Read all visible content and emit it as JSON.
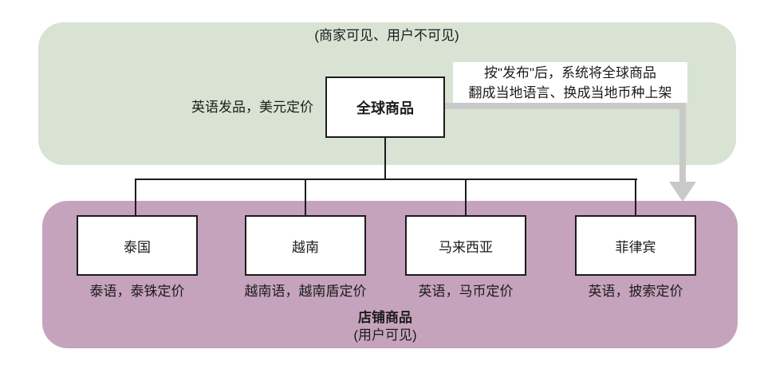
{
  "global_layer": {
    "caption": "(商家可见、用户不可见)",
    "side_label": "英语发品，美元定价",
    "node_label": "全球商品",
    "annotation": {
      "line1": "按\"发布\"后，系统将全球商品",
      "line2": "翻成当地语言、换成当地币种上架"
    }
  },
  "shop_layer": {
    "title": "店铺商品",
    "caption": "(用户可见)",
    "countries": [
      {
        "name": "泰国",
        "pricing": "泰语，泰铢定价"
      },
      {
        "name": "越南",
        "pricing": "越南语，越南盾定价"
      },
      {
        "name": "马来西亚",
        "pricing": "英语，马币定价"
      },
      {
        "name": "菲律宾",
        "pricing": "英语，披索定价"
      }
    ]
  },
  "colors": {
    "global_layer_bg": "#d8e3d3",
    "shop_layer_bg": "#c6a3bd",
    "arrow_gray": "#c9c9c9",
    "line_black": "#1c1c1c",
    "node_bg": "#ffffff"
  }
}
